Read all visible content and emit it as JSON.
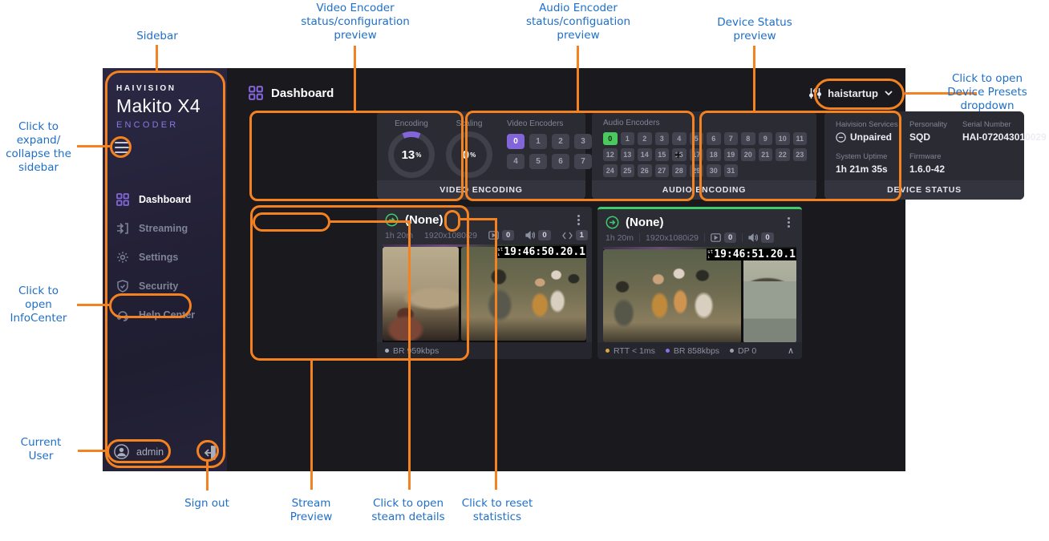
{
  "annotations": {
    "sidebar": "Sidebar",
    "video_encoder": "Video Encoder\nstatus/configuration\npreview",
    "audio_encoder": "Audio Encoder\nstatus/configuation\npreview",
    "device_status": "Device Status\npreview",
    "device_presets": "Click to open\nDevice Presets\ndropdown",
    "expand_sidebar": "Click to\nexpand/\ncollapse the\nsidebar",
    "infocenter": "Click to\nopen\nInfoCenter",
    "current_user": "Current\nUser",
    "sign_out": "Sign out",
    "stream_preview": "Stream\nPreview",
    "stream_details": "Click to open\nsteam details",
    "reset_statistics": "Click to reset\nstatistics",
    "accent_color": "#f58220",
    "text_color": "#1e6fc8"
  },
  "sidebar": {
    "brand": "HAIVISION",
    "product": "Makito X4",
    "subtitle": "ENCODER",
    "items": [
      {
        "label": "Dashboard",
        "active": true
      },
      {
        "label": "Streaming",
        "active": false
      },
      {
        "label": "Settings",
        "active": false
      },
      {
        "label": "Security",
        "active": false
      },
      {
        "label": "Help Center",
        "active": false
      }
    ],
    "user": "admin"
  },
  "header": {
    "title": "Dashboard",
    "preset_button": "haistartup"
  },
  "video_card": {
    "gauges": [
      {
        "label": "Encoding",
        "value": "13",
        "unit": "%",
        "pct": 13
      },
      {
        "label": "Scaling",
        "value": "0",
        "unit": "%",
        "pct": 0
      }
    ],
    "encoders_label": "Video Encoders",
    "encoders": [
      "0",
      "1",
      "2",
      "3",
      "4",
      "5",
      "6",
      "7"
    ],
    "active_index": 0,
    "active_color": "#8266d9",
    "footer": "VIDEO ENCODING"
  },
  "audio_card": {
    "encoders_label": "Audio Encoders",
    "encoders": [
      "0",
      "1",
      "2",
      "3",
      "4",
      "5",
      "6",
      "7",
      "8",
      "9",
      "10",
      "11",
      "12",
      "13",
      "14",
      "15",
      "16",
      "17",
      "18",
      "19",
      "20",
      "21",
      "22",
      "23",
      "24",
      "25",
      "26",
      "27",
      "28",
      "29",
      "30",
      "31"
    ],
    "active_index": 0,
    "active_color": "#49c95e",
    "cursor_glyph": "+",
    "footer": "AUDIO ENCODING"
  },
  "device_card": {
    "fields_row1": [
      {
        "label": "Haivision Services",
        "value": "Unpaired",
        "icon": "minus-circle-icon"
      },
      {
        "label": "Personality",
        "value": "SQD"
      },
      {
        "label": "Serial Number",
        "value": "HAI-072043010029"
      }
    ],
    "fields_row2": [
      {
        "label": "System Uptime",
        "value": "1h 21m 35s"
      },
      {
        "label": "Firmware",
        "value": "1.6.0-42"
      }
    ],
    "footer": "DEVICE STATUS"
  },
  "streams": [
    {
      "title": "(None)",
      "uptime": "1h 20m",
      "resolution": "1920x1080i29",
      "badges": [
        {
          "icon": "video-tracks-icon",
          "count": "0"
        },
        {
          "icon": "audio-tracks-icon",
          "count": "0"
        },
        {
          "icon": "metadata-tracks-icon",
          "count": "1"
        }
      ],
      "timecode_prefix": "st\n↓",
      "timecode": "19:46:50.20.1",
      "stats": [
        {
          "label": "BR 959kbps",
          "dot": "#a9aeba"
        }
      ],
      "collapse_chevron": false
    },
    {
      "title": "(None)",
      "uptime": "1h 20m",
      "resolution": "1920x1080i29",
      "badges": [
        {
          "icon": "video-tracks-icon",
          "count": "0"
        },
        {
          "icon": "audio-tracks-icon",
          "count": "0"
        }
      ],
      "timecode_prefix": "st\n↓",
      "timecode": "19:46:51.20.1",
      "stats": [
        {
          "label": "RTT < 1ms",
          "dot": "#dca63d"
        },
        {
          "label": "BR 858kbps",
          "dot": "#8d6fe8"
        },
        {
          "label": "DP 0",
          "dot": "#9aa0ae"
        }
      ],
      "collapse_chevron": true
    }
  ]
}
